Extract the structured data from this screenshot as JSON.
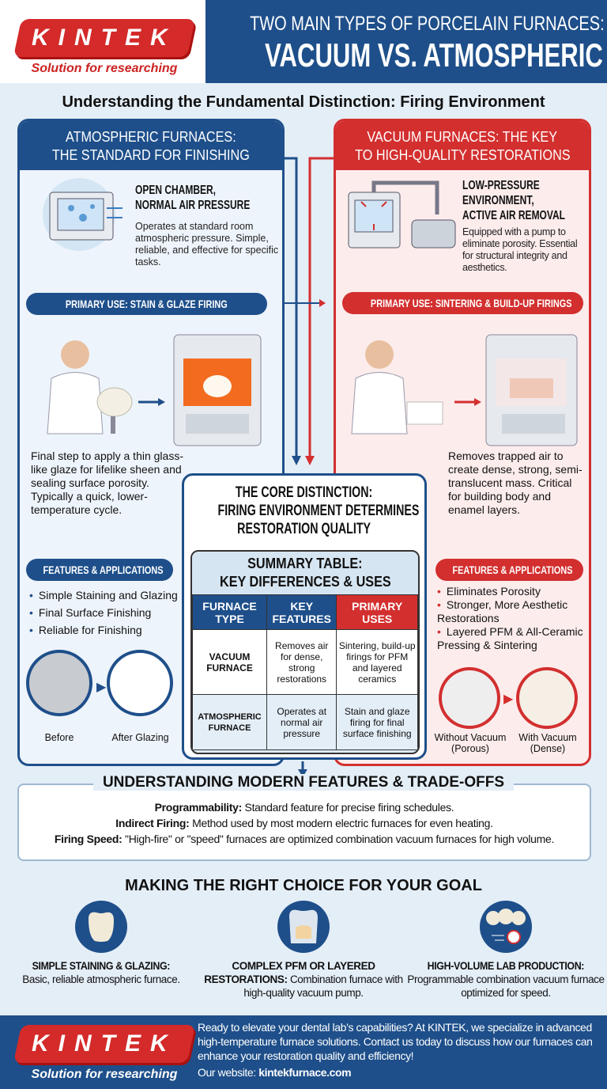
{
  "brand": {
    "name": "KINTEK",
    "tagline": "Solution for researching"
  },
  "header": {
    "title_line1": "TWO MAIN TYPES OF PORCELAIN FURNACES:",
    "title_line2": "VACUUM VS. ATMOSPHERIC"
  },
  "subtitle": "Understanding the Fundamental Distinction: Firing Environment",
  "colors": {
    "blue": "#1e4f8a",
    "red": "#d32f2f",
    "background": "#e4eef7"
  },
  "atmospheric": {
    "title_line1": "ATMOSPHERIC FURNACES:",
    "title_line2": "THE STANDARD FOR FINISHING",
    "heading_line1": "OPEN CHAMBER,",
    "heading_line2": "NORMAL AIR PRESSURE",
    "description": "Operates at standard room atmospheric pressure. Simple, reliable, and effective for specific tasks.",
    "primary_use": "PRIMARY USE: STAIN & GLAZE FIRING",
    "use_text": "Final step to apply a thin glass-like glaze for lifelike sheen and sealing surface porosity. Typically a quick, lower-temperature cycle.",
    "features_label": "FEATURES & APPLICATIONS",
    "features": [
      "Simple Staining and Glazing",
      "Final Surface Finishing",
      "Reliable for Finishing"
    ],
    "before_label": "Before",
    "after_label": "After Glazing"
  },
  "vacuum": {
    "title_line1": "VACUUM FURNACES: THE KEY",
    "title_line2": "TO HIGH-QUALITY RESTORATIONS",
    "heading_line1": "LOW-PRESSURE",
    "heading_line2": "ENVIRONMENT,",
    "heading_line3": "ACTIVE AIR REMOVAL",
    "description": "Equipped with a pump to eliminate porosity. Essential for structural integrity and aesthetics.",
    "primary_use": "PRIMARY USE: SINTERING & BUILD-UP FIRINGS",
    "use_text": "Removes trapped air to create dense, strong, semi-translucent mass. Critical for building body and enamel layers.",
    "features_label": "FEATURES & APPLICATIONS",
    "features": [
      "Eliminates Porosity",
      "Stronger, More Aesthetic Restorations",
      "Layered PFM & All-Ceramic Pressing & Sintering"
    ],
    "without_label_line1": "Without Vacuum",
    "without_label_line2": "(Porous)",
    "with_label_line1": "With Vacuum",
    "with_label_line2": "(Dense)"
  },
  "core": {
    "line1": "THE CORE DISTINCTION:",
    "line2": "FIRING ENVIRONMENT DETERMINES",
    "line3": "RESTORATION QUALITY"
  },
  "summary_table": {
    "title_line1": "SUMMARY TABLE:",
    "title_line2": "KEY DIFFERENCES & USES",
    "headers": [
      "FURNACE TYPE",
      "KEY FEATURES",
      "PRIMARY USES"
    ],
    "rows": [
      [
        "VACUUM FURNACE",
        "Removes air for dense, strong restorations",
        "Sintering, build-up firings for PFM and layered ceramics"
      ],
      [
        "ATMOSPHERIC FURNACE",
        "Operates at normal air pressure",
        "Stain and glaze firing for final surface finishing"
      ]
    ]
  },
  "modern": {
    "title": "UNDERSTANDING MODERN FEATURES & TRADE-OFFS",
    "items": [
      {
        "label": "Programmability:",
        "text": " Standard feature for precise firing schedules."
      },
      {
        "label": "Indirect Firing:",
        "text": " Method used by most modern electric furnaces for even heating."
      },
      {
        "label": "Firing Speed:",
        "text": " \"High-fire\" or \"speed\" furnaces are optimized combination vacuum furnaces for high volume."
      }
    ]
  },
  "choice": {
    "title": "MAKING THE RIGHT CHOICE FOR YOUR GOAL",
    "items": [
      {
        "label": "SIMPLE STAINING & GLAZING:",
        "text": "Basic, reliable atmospheric furnace.",
        "icon": "tooth-icon"
      },
      {
        "label": "COMPLEX PFM OR LAYERED RESTORATIONS:",
        "text": " Combination furnace with high-quality vacuum pump.",
        "icon": "layered-tooth-icon"
      },
      {
        "label": "HIGH-VOLUME LAB PRODUCTION:",
        "text": "Programmable combination vacuum furnace optimized for speed.",
        "icon": "teeth-stopwatch-icon"
      }
    ]
  },
  "footer": {
    "text": "Ready to elevate your dental lab’s capabilities? At KINTEK, we specialize in advanced high-temperature furnace solutions. Contact us today to discuss how our furnaces can enhance your restoration quality and efficiency!",
    "website_label": "Our website: ",
    "website": "kintekfurnace.com"
  }
}
